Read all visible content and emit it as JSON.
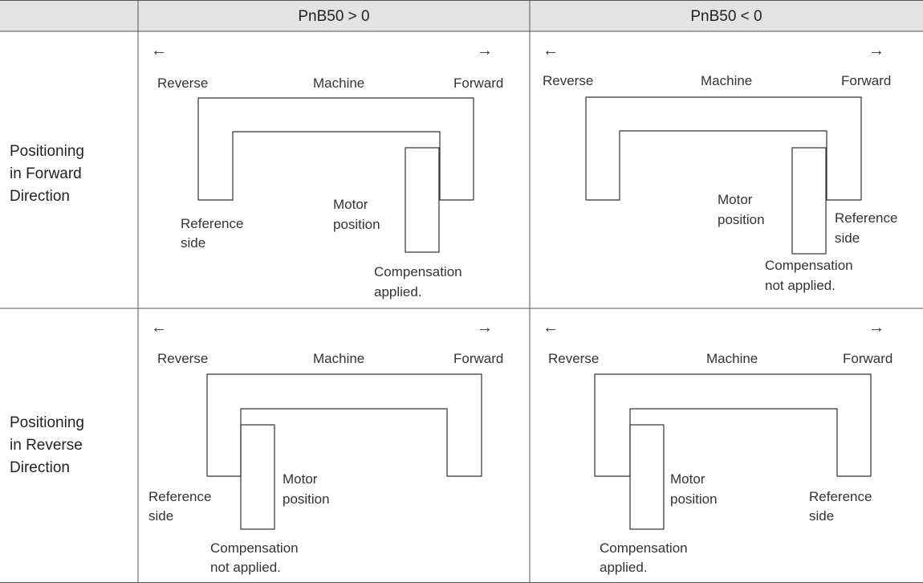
{
  "headers": {
    "col1": "PnB50 > 0",
    "col2": "PnB50 < 0"
  },
  "rows": [
    {
      "label_lines": [
        "Positioning",
        "in Forward",
        "Direction"
      ]
    },
    {
      "label_lines": [
        "Positioning",
        "in Reverse",
        "Direction"
      ]
    }
  ],
  "arrows": {
    "left": "←",
    "right": "→"
  },
  "labels": {
    "reverse": "Reverse",
    "machine": "Machine",
    "forward": "Forward",
    "ref_side_1": "Reference",
    "ref_side_2": "side",
    "motor_1": "Motor",
    "motor_2": "position",
    "comp": "Compensation",
    "applied": "applied.",
    "not_applied": "not applied."
  },
  "cells": [
    {
      "row": 1,
      "col": 1,
      "compensation": "applied"
    },
    {
      "row": 1,
      "col": 2,
      "compensation": "not applied"
    },
    {
      "row": 2,
      "col": 1,
      "compensation": "not applied"
    },
    {
      "row": 2,
      "col": 2,
      "compensation": "applied"
    }
  ]
}
